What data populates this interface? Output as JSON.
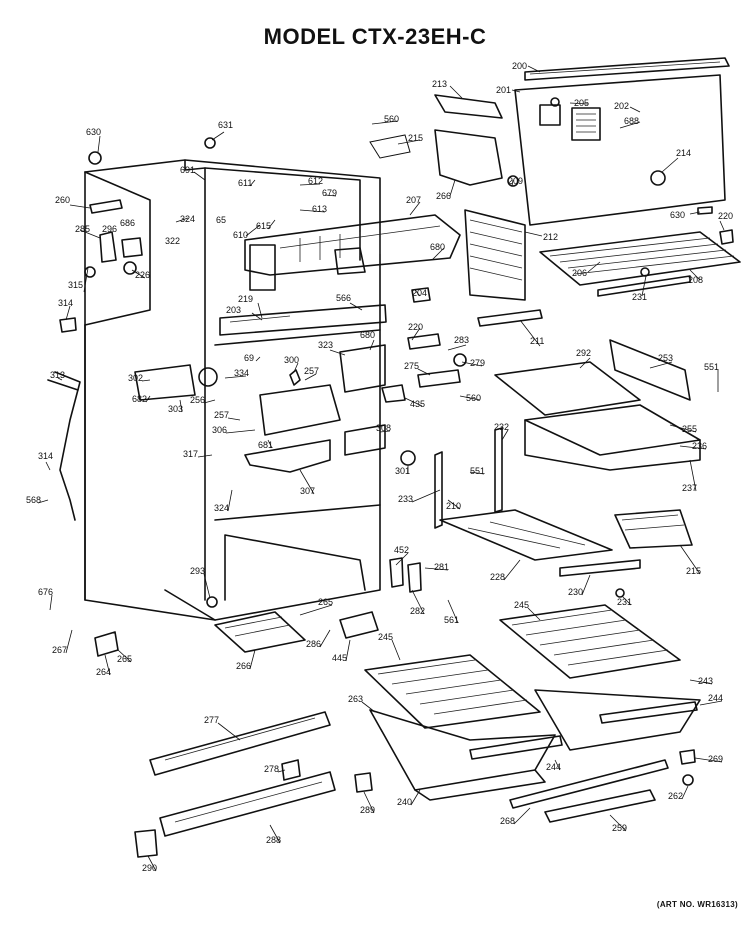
{
  "title": "MODEL CTX-23EH-C",
  "art_number": "(ART NO. WR16313)",
  "callouts": [
    "200",
    "201",
    "205",
    "202",
    "688",
    "214",
    "630",
    "220",
    "206",
    "208",
    "231",
    "213",
    "560",
    "215",
    "266",
    "209",
    "207",
    "212",
    "680",
    "630",
    "631",
    "691",
    "611",
    "612",
    "679",
    "613",
    "610",
    "615",
    "65",
    "324",
    "322",
    "260",
    "296",
    "686",
    "285",
    "226",
    "315",
    "314",
    "313",
    "314",
    "568",
    "203",
    "219",
    "566",
    "204",
    "220",
    "211",
    "69",
    "323",
    "680",
    "283",
    "279",
    "275",
    "560",
    "435",
    "300",
    "257",
    "256",
    "257",
    "306",
    "681",
    "334",
    "302",
    "682",
    "303",
    "317",
    "307",
    "308",
    "301",
    "292",
    "253",
    "551",
    "255",
    "236",
    "237",
    "232",
    "551",
    "210",
    "233",
    "228",
    "215",
    "230",
    "231",
    "324",
    "293",
    "265",
    "266",
    "286",
    "445",
    "452",
    "281",
    "282",
    "561",
    "676",
    "267",
    "264",
    "265",
    "245",
    "245",
    "243",
    "244",
    "263",
    "240",
    "244",
    "277",
    "278",
    "288",
    "289",
    "290",
    "268",
    "259",
    "269",
    "262"
  ]
}
